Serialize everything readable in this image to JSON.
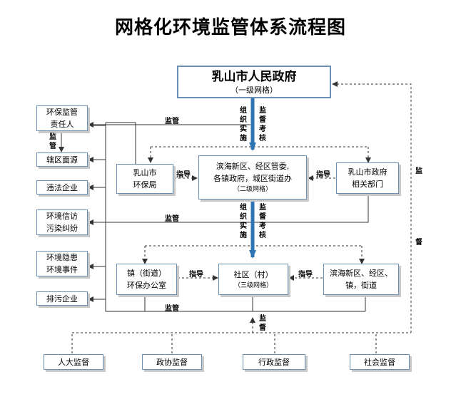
{
  "title": "网格化环境监管体系流程图",
  "nodes": {
    "gov": {
      "main": "乳山市人民政府",
      "sub": "（一级网格）"
    },
    "second": {
      "line1": "滨海新区、经区管委,",
      "line2": "各镇政府，城区街道办",
      "sub": "（二级网格）"
    },
    "epb": {
      "line1": "乳山市",
      "line2": "环保局"
    },
    "depts": {
      "line1": "乳山市政府",
      "line2": "相关部门"
    },
    "town_office": {
      "line1": "镇（街道）",
      "line2": "环保办公室"
    },
    "community": {
      "line1": "社区（村）",
      "sub": "（三级网格）"
    },
    "zones": {
      "line1": "滨海新区、经区、",
      "line2": "镇，街道"
    },
    "responsible": {
      "line1": "环保监管",
      "line2": "责任人"
    },
    "area_source": {
      "line1": "辖区面源"
    },
    "illegal": {
      "line1": "违法企业"
    },
    "petition": {
      "line1": "环境信访",
      "line2": "污染纠纷"
    },
    "hazard": {
      "line1": "环境隐患",
      "line2": "环境事件"
    },
    "discharge": {
      "line1": "排污企业"
    },
    "npc": {
      "line1": "人大监督"
    },
    "cppcc": {
      "line1": "政协监督"
    },
    "admin": {
      "line1": "行政监督"
    },
    "social": {
      "line1": "社会监督"
    }
  },
  "labels": {
    "zuzhi": "组织实施",
    "jiandu_kaohe": "监督考核",
    "zuzhi2": "组织实施",
    "jiandu_kaohe2": "监督考核",
    "jianguan_top": "监管",
    "jianguan_left": "监管",
    "jianguan_mid": "监管",
    "jianguan_bottom": "监管",
    "zhidao_epb": "指导",
    "zhidao_depts": "指导",
    "zhidao_town": "指导",
    "zhidao_zones": "指导",
    "jiandu_right_1": "监",
    "jiandu_right_2": "督",
    "jiandu_bottom": "监督"
  },
  "colors": {
    "border": "#6b8fb5",
    "arrow_blue": "#2e74b5",
    "line": "#333333"
  }
}
